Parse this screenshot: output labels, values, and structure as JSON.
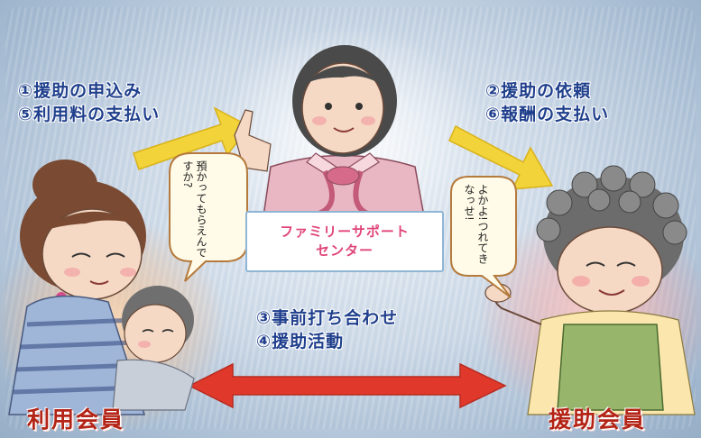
{
  "steps_left": [
    "①援助の申込み",
    "⑤利用料の支払い"
  ],
  "steps_right": [
    "②援助の依頼",
    "⑥報酬の支払い"
  ],
  "steps_bottom": [
    "③事前打ち合わせ",
    "④援助活動"
  ],
  "center": {
    "line1": "ファミリーサポート",
    "line2": "センター"
  },
  "roles": {
    "left": "利用会員",
    "right": "援助会員"
  },
  "speech": {
    "left": [
      "預かってもら",
      "えんですか?"
    ],
    "right": [
      "よかよ!",
      "つれてきなっせ!"
    ]
  },
  "colors": {
    "step_text": "#1f3f8c",
    "role_text": "#b32416",
    "center_text": "#e0457a",
    "arrow_yellow": "#f2d33a",
    "arrow_red": "#e0392b"
  }
}
